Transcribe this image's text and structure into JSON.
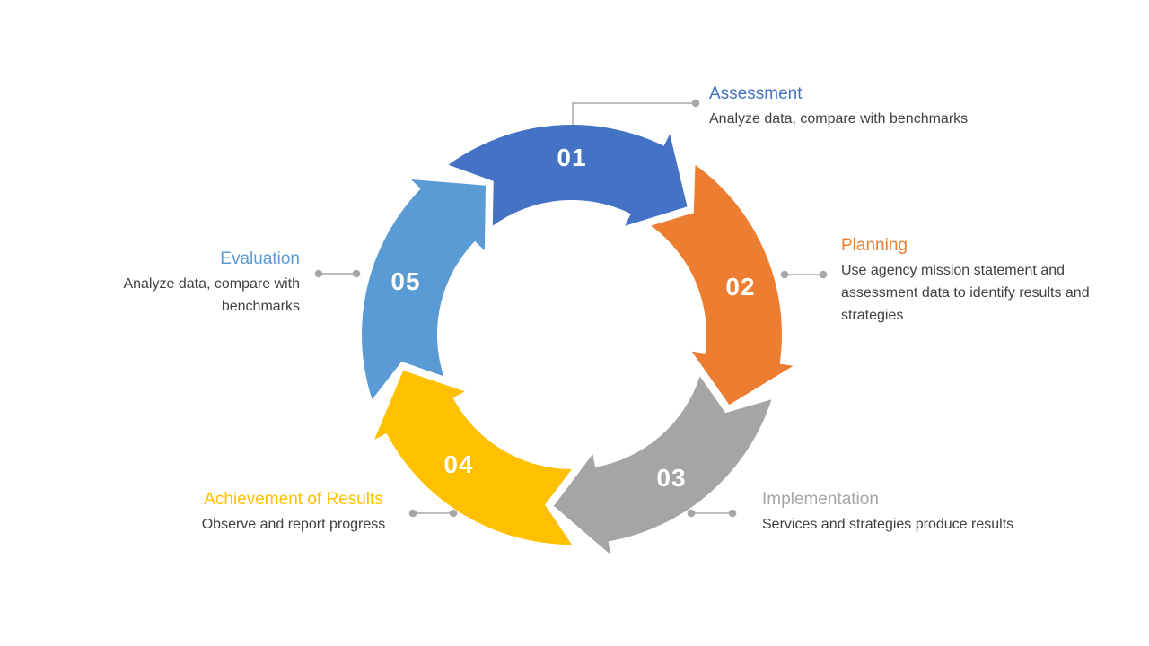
{
  "diagram": {
    "type": "cycle",
    "steps": [
      {
        "number": "01",
        "label": "Assessment",
        "description": "Analyze data, compare with benchmarks",
        "color": "#4472C4"
      },
      {
        "number": "02",
        "label": "Planning",
        "description": "Use agency mission statement and assessment data to identify results and strategies",
        "color": "#ED7D31"
      },
      {
        "number": "03",
        "label": "Implementation",
        "description": "Services and strategies produce results",
        "color": "#A5A5A5"
      },
      {
        "number": "04",
        "label": "Achievement of Results",
        "description": "Observe and report progress",
        "color": "#FFC000"
      },
      {
        "number": "05",
        "label": "Evaluation",
        "description": "Analyze data, compare with benchmarks",
        "color": "#5B9BD5"
      }
    ],
    "colors": {
      "background": "#FFFFFF",
      "number_text": "#FFFFFF",
      "body_text": "#404040",
      "leader_line": "#A6A6A6",
      "arrow_outline": "#FFFFFF"
    }
  }
}
